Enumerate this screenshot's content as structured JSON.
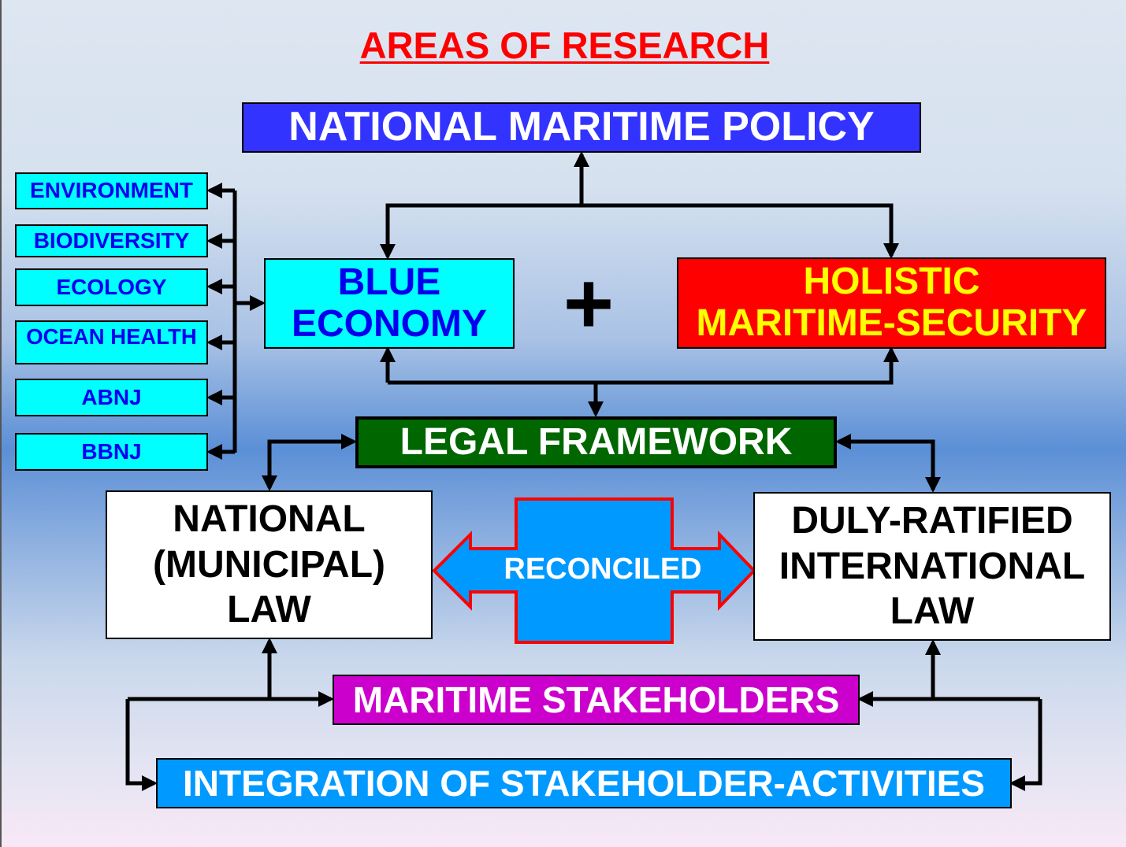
{
  "title": "AREAS OF RESEARCH",
  "policy": "NATIONAL MARITIME POLICY",
  "research_areas": [
    "ENVIRONMENT",
    "BIODIVERSITY",
    "ECOLOGY",
    "OCEAN HEALTH",
    "ABNJ",
    "BBNJ"
  ],
  "blue_economy": {
    "line1": "BLUE",
    "line2": "ECONOMY"
  },
  "plus": "+",
  "security": {
    "line1": "HOLISTIC",
    "line2": "MARITIME-SECURITY"
  },
  "legal_framework": "LEGAL FRAMEWORK",
  "national_law": {
    "line1": "NATIONAL",
    "line2": "(MUNICIPAL)",
    "line3": "LAW"
  },
  "international_law": {
    "line1": "DULY-RATIFIED",
    "line2": "INTERNATIONAL",
    "line3": "LAW"
  },
  "reconciled": "RECONCILED",
  "stakeholders": "MARITIME STAKEHOLDERS",
  "integration": "INTEGRATION OF STAKEHOLDER-ACTIVITIES",
  "colors": {
    "title": "#ff0000",
    "policy": "#3333ff",
    "side": "#00ffff",
    "security": "#ff0000",
    "legal": "#006600",
    "stakeholders": "#cc00cc",
    "integration": "#0099ff",
    "reconciled": "#0099ff"
  }
}
